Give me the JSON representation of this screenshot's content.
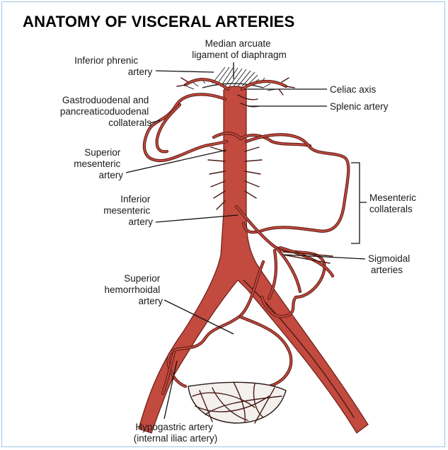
{
  "title": "ANATOMY OF VISCERAL ARTERIES",
  "labels": {
    "median_arcuate": [
      "Median arcuate",
      "ligament of diaphragm"
    ],
    "inferior_phrenic": [
      "Inferior phrenic",
      "artery"
    ],
    "gastroduodenal": [
      "Gastroduodenal and",
      "pancreaticoduodenal",
      "collaterals"
    ],
    "superior_mesenteric": [
      "Superior",
      "mesenteric",
      "artery"
    ],
    "inferior_mesenteric": [
      "Inferior",
      "mesenteric",
      "artery"
    ],
    "superior_hemorrhoidal": [
      "Superior",
      "hemorrhoidal",
      "artery"
    ],
    "hypogastric": [
      "Hypogastric artery",
      "(internal iliac artery)"
    ],
    "celiac_axis": [
      "Celiac axis"
    ],
    "splenic": [
      "Splenic artery"
    ],
    "mesenteric_collaterals": [
      "Mesenteric",
      "collaterals"
    ],
    "sigmoidal": [
      "Sigmoidal",
      "arteries"
    ]
  },
  "colors": {
    "artery": "#c24a3e",
    "artery_outline": "#6b1d16",
    "frame": "#9fc3e6"
  }
}
